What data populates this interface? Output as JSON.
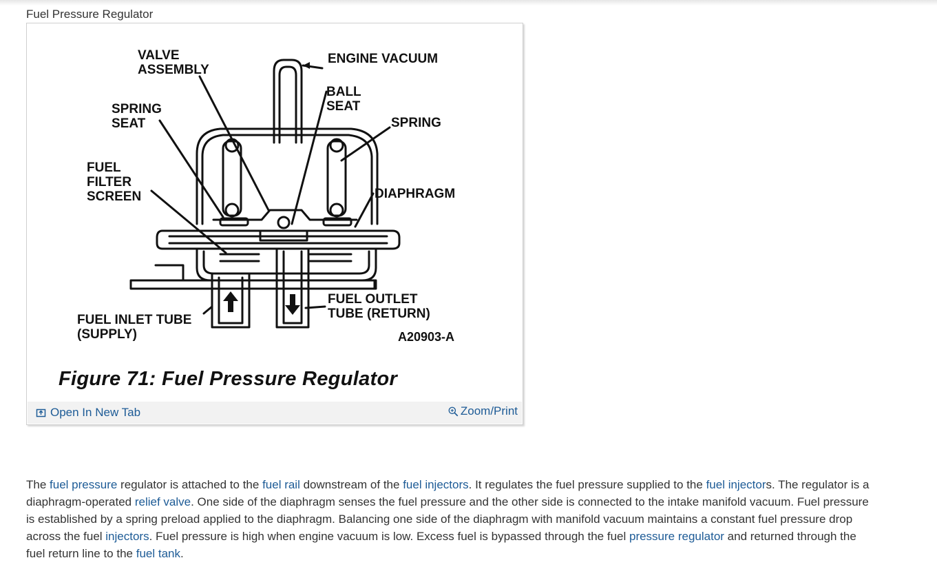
{
  "section_title": "Fuel Pressure Regulator",
  "figure": {
    "caption": "Figure 71: Fuel Pressure Regulator",
    "code": "A20903-A",
    "labels": {
      "valve_assembly_1": "VALVE",
      "valve_assembly_2": "ASSEMBLY",
      "engine_vacuum": "ENGINE VACUUM",
      "ball_seat_1": "BALL",
      "ball_seat_2": "SEAT",
      "spring_seat_1": "SPRING",
      "spring_seat_2": "SEAT",
      "spring": "SPRING",
      "fuel_filter_1": "FUEL",
      "fuel_filter_2": "FILTER",
      "fuel_filter_3": "SCREEN",
      "diaphragm": "DIAPHRAGM",
      "fuel_outlet_1": "FUEL OUTLET",
      "fuel_outlet_2": "TUBE (RETURN)",
      "fuel_inlet_1": "FUEL INLET TUBE",
      "fuel_inlet_2": "(SUPPLY)"
    },
    "open_tab_label": "Open In New Tab",
    "zoom_print_label": "Zoom/Print"
  },
  "paragraph": {
    "t1": "The ",
    "l1": "fuel pressure",
    "t2": " regulator is attached to the ",
    "l2": "fuel rail",
    "t3": " downstream of the ",
    "l3": "fuel injectors",
    "t4": ". It regulates the fuel pressure supplied to the ",
    "l4": "fuel injector",
    "t5": "s. The regulator is a diaphragm-operated ",
    "l5": "relief valve",
    "t6": ". One side of the diaphragm senses the fuel pressure and the other side is connected to the intake manifold vacuum. Fuel pressure is established by a spring preload applied to the diaphragm. Balancing one side of the diaphragm with manifold vacuum maintains a constant fuel pressure drop across the fuel ",
    "l6": "injectors",
    "t7": ". Fuel pressure is high when engine vacuum is low. Excess fuel is bypassed through the fuel ",
    "l7": "pressure regulator",
    "t8": " and returned through the fuel return line to the ",
    "l8": "fuel tank",
    "t9": "."
  }
}
